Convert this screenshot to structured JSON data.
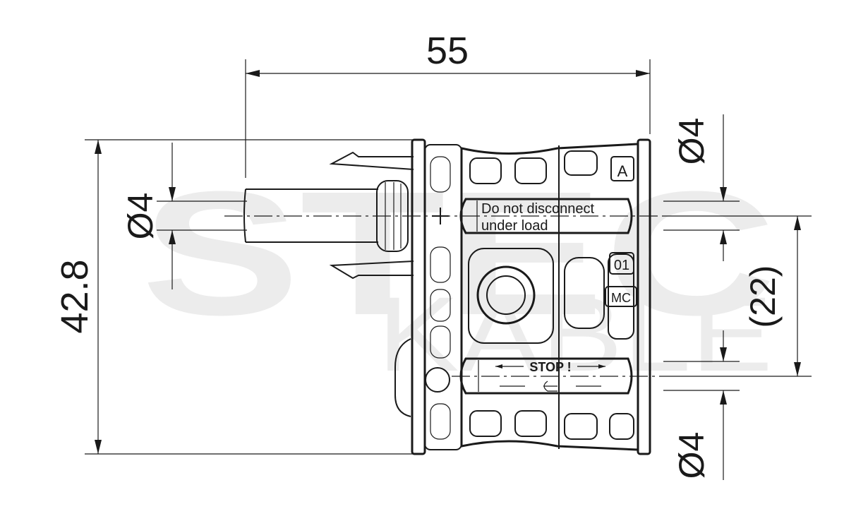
{
  "dimensions": {
    "width": "55",
    "height": "42.8",
    "pin_diameter": "Ø4",
    "socket_top_diameter": "Ø4",
    "socket_bottom_diameter": "Ø4",
    "pitch": "(22)"
  },
  "labels": {
    "warning_line1": "Do not disconnect",
    "warning_line2": "under load",
    "stop": "STOP !",
    "code_a": "A",
    "code_01": "01",
    "code_mc": "MC"
  },
  "watermark": {
    "line1": "STEC",
    "line2": "KABLE"
  },
  "colors": {
    "line": "#1a1a1a",
    "watermark": "#ececec",
    "background": "#ffffff"
  }
}
